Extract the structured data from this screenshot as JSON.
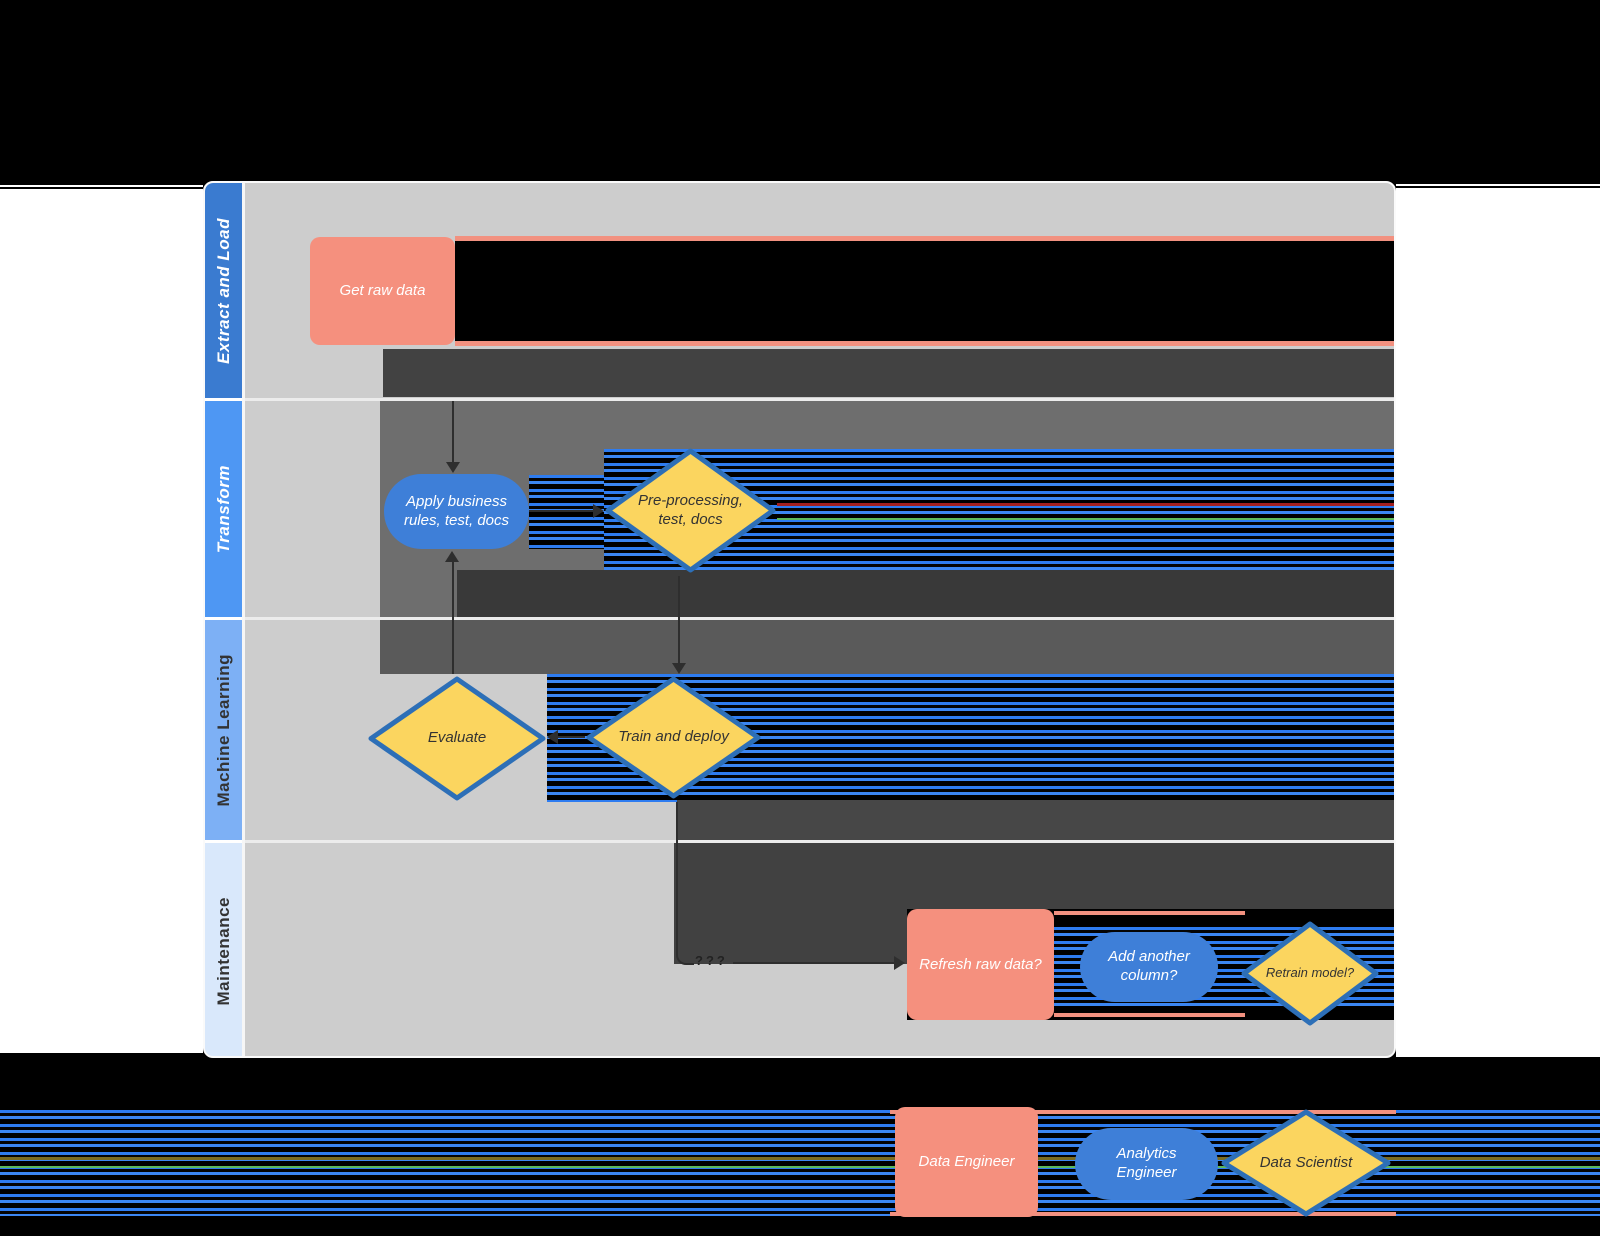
{
  "colors": {
    "lane-bg": "#cdcdcd",
    "strip1": "#3a7bd0",
    "strip2": "#4e97f3",
    "strip3": "#7db0f5",
    "strip4": "#d9e8fb",
    "salmon": "#f5907e",
    "salmon-smear": "#f29180",
    "pill-blue": "#3e7fd8",
    "diamond-yellow": "#fbd55f",
    "diamond-border": "#2d6fb7",
    "stripe-blue": "#2e7cf0"
  },
  "lanes": {
    "extract": "Extract and Load",
    "transform": "Transform",
    "ml": "Machine Learning",
    "maintenance": "Maintenance"
  },
  "nodes": {
    "get_raw_data": "Get raw data",
    "apply_rules": "Apply business rules, test, docs",
    "preprocessing": "Pre-processing, test, docs",
    "evaluate": "Evaluate",
    "train_deploy": "Train and deploy",
    "refresh_raw": "Refresh raw data?",
    "add_column": "Add another column?",
    "retrain": "Retrain model?"
  },
  "legend": {
    "data_engineer": "Data Engineer",
    "analytics_engineer": "Analytics Engineer",
    "data_scientist": "Data Scientist"
  },
  "glitch": {
    "dashes": "???"
  },
  "edges": [
    {
      "from": "get_raw_data",
      "to": "apply_rules"
    },
    {
      "from": "apply_rules",
      "to": "preprocessing"
    },
    {
      "from": "preprocessing",
      "to": "train_deploy"
    },
    {
      "from": "train_deploy",
      "to": "evaluate"
    },
    {
      "from": "evaluate",
      "to": "apply_rules"
    },
    {
      "from": "train_deploy",
      "to": "refresh_raw"
    }
  ]
}
